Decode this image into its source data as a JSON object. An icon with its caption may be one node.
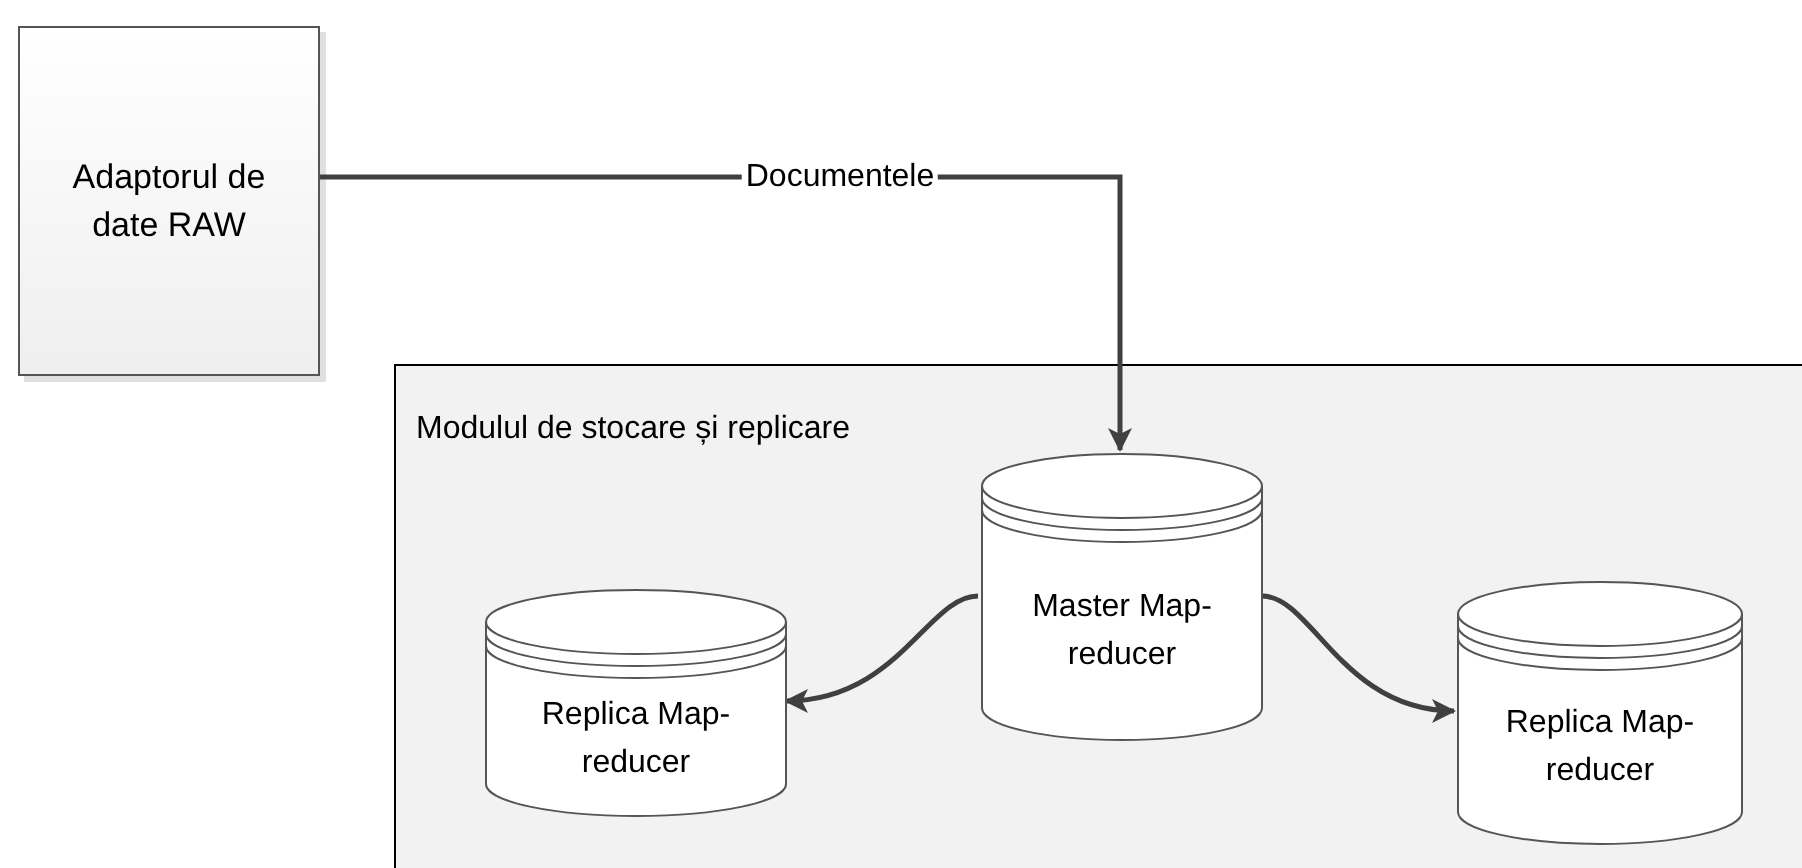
{
  "diagram": {
    "nodes": [
      {
        "text": [
          "Adaptorul de date RAW"
        ]
      },
      {
        "text": [
          "Modulul de stocare și replicare"
        ]
      },
      {
        "text": [
          "Master Map-reducer"
        ],
        "in": 1
      },
      {
        "text": [
          "Replica Map-reducer"
        ],
        "in": 1
      },
      {
        "text": [
          "Replica Map-reducer"
        ],
        "in": 1
      }
    ],
    "edges": [
      {
        "from": 0,
        "to": 2,
        "arrow": "to",
        "label": "Documentele"
      },
      {
        "from": 2,
        "to": 3,
        "arrow": "to"
      },
      {
        "from": 2,
        "to": 4,
        "arrow": "to"
      }
    ]
  }
}
